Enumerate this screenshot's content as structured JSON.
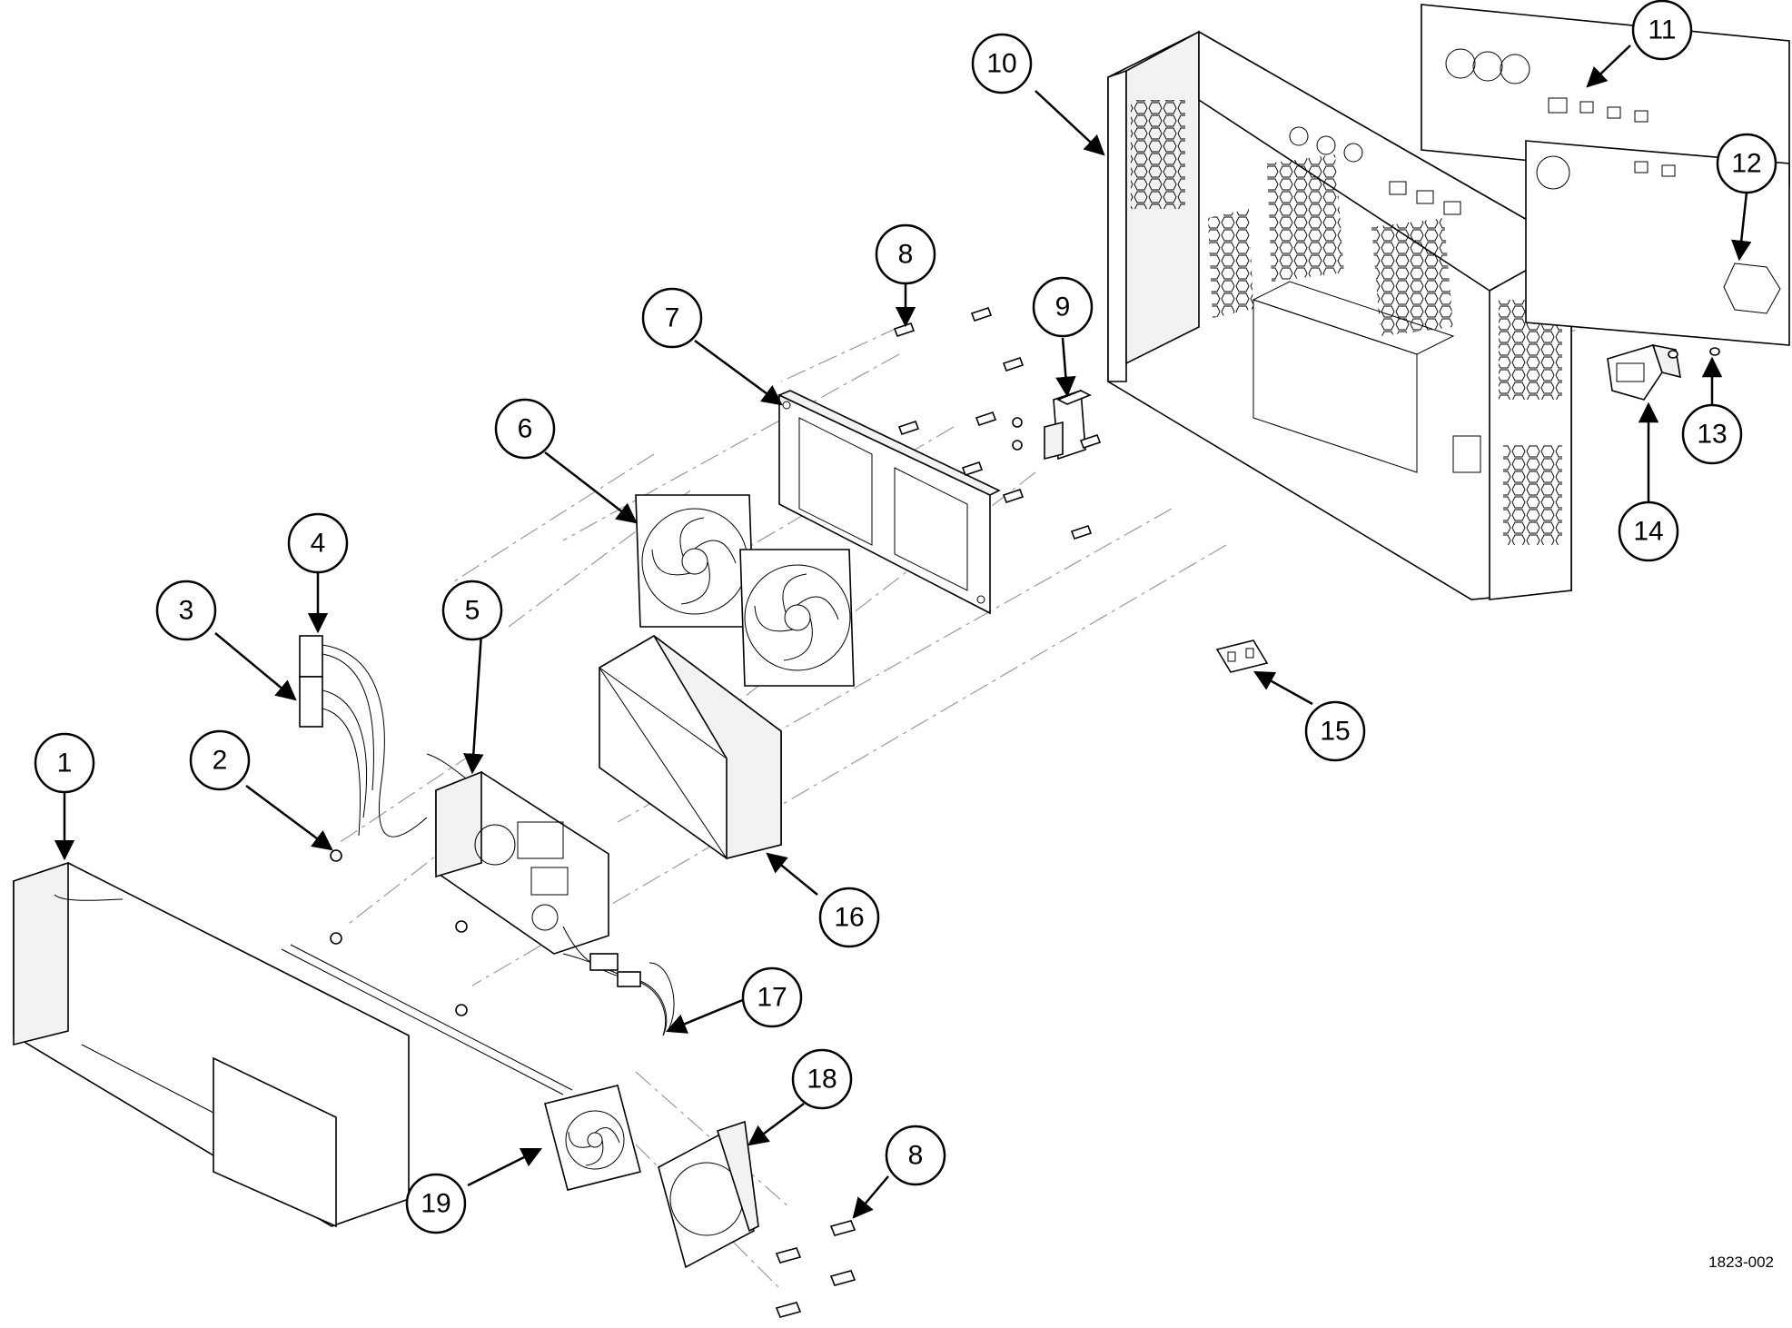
{
  "drawing_number": "1823-002",
  "callouts": [
    {
      "id": "callout-1",
      "label": "1"
    },
    {
      "id": "callout-2",
      "label": "2"
    },
    {
      "id": "callout-3",
      "label": "3"
    },
    {
      "id": "callout-4",
      "label": "4"
    },
    {
      "id": "callout-5",
      "label": "5"
    },
    {
      "id": "callout-6",
      "label": "6"
    },
    {
      "id": "callout-7",
      "label": "7"
    },
    {
      "id": "callout-8-top",
      "label": "8"
    },
    {
      "id": "callout-9",
      "label": "9"
    },
    {
      "id": "callout-10",
      "label": "10"
    },
    {
      "id": "callout-11",
      "label": "11"
    },
    {
      "id": "callout-12",
      "label": "12"
    },
    {
      "id": "callout-13",
      "label": "13"
    },
    {
      "id": "callout-14",
      "label": "14"
    },
    {
      "id": "callout-15",
      "label": "15"
    },
    {
      "id": "callout-16",
      "label": "16"
    },
    {
      "id": "callout-17",
      "label": "17"
    },
    {
      "id": "callout-18",
      "label": "18"
    },
    {
      "id": "callout-8-bottom",
      "label": "8"
    },
    {
      "id": "callout-19",
      "label": "19"
    }
  ]
}
